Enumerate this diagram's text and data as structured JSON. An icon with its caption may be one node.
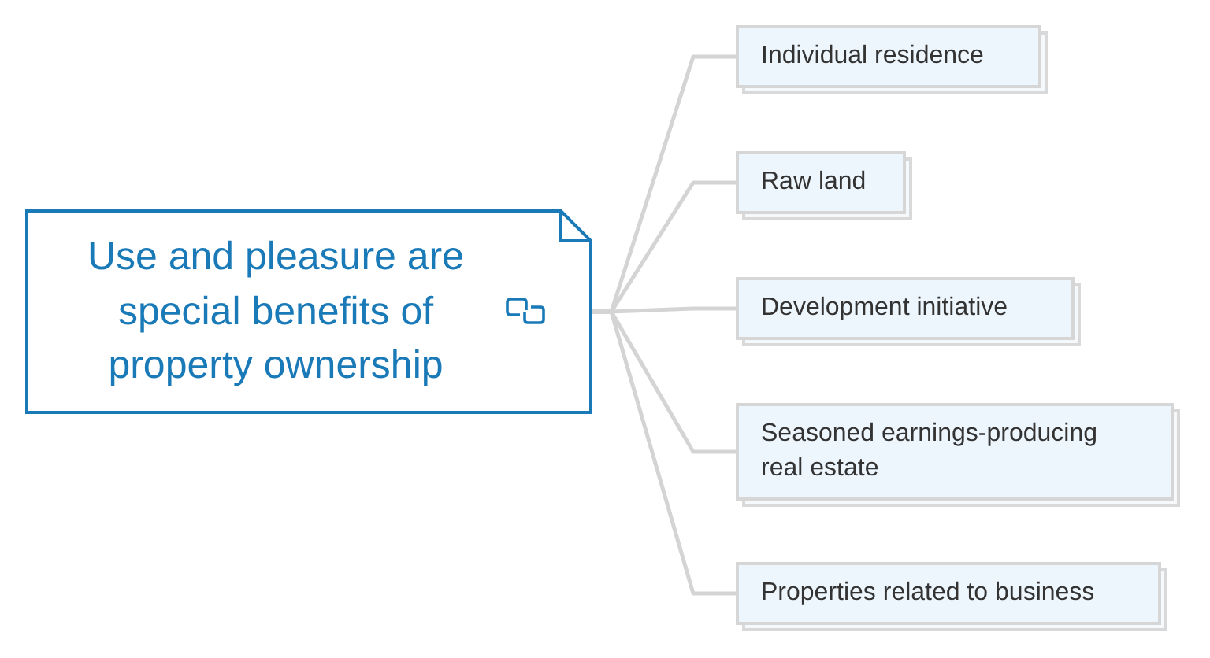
{
  "diagram": {
    "nodes": [
      {
        "text": [
          "Use and pleasure are special benefits of property ownership"
        ]
      },
      {
        "text": [
          "Individual residence"
        ]
      },
      {
        "text": [
          "Raw land"
        ]
      },
      {
        "text": [
          "Development initiative"
        ]
      },
      {
        "text": [
          "Seasoned earnings-producing real estate"
        ]
      },
      {
        "text": [
          "Properties related to business"
        ]
      }
    ],
    "edges": [
      {
        "from": 0,
        "to": 1,
        "arrow": "none"
      },
      {
        "from": 0,
        "to": 2,
        "arrow": "none"
      },
      {
        "from": 0,
        "to": 3,
        "arrow": "none"
      },
      {
        "from": 0,
        "to": 4,
        "arrow": "none"
      },
      {
        "from": 0,
        "to": 5,
        "arrow": "none"
      }
    ]
  }
}
